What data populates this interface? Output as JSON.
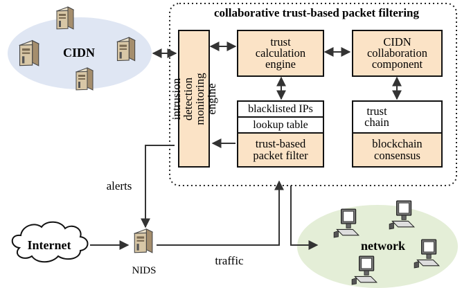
{
  "title": "collaborative trust-based packet filtering",
  "cidn_label": "CIDN",
  "engines": {
    "monitoring": "intrusion detection monitoring engine",
    "trust_calc": "trust calculation engine",
    "collab": "CIDN collaboration component",
    "blacklisted": "blacklisted IPs",
    "lookup": "lookup table",
    "filter": "trust-based packet filter",
    "trust_chain": "trust chain",
    "consensus": "blockchain consensus"
  },
  "labels": {
    "alerts": "alerts",
    "traffic": "traffic",
    "internet": "Internet",
    "nids": "NIDS",
    "network": "network"
  },
  "colors": {
    "box_fill": "#fbe3c6",
    "cloud_fill": "#dfe6f3",
    "network_fill": "#e4eed7",
    "stroke": "#111111"
  }
}
